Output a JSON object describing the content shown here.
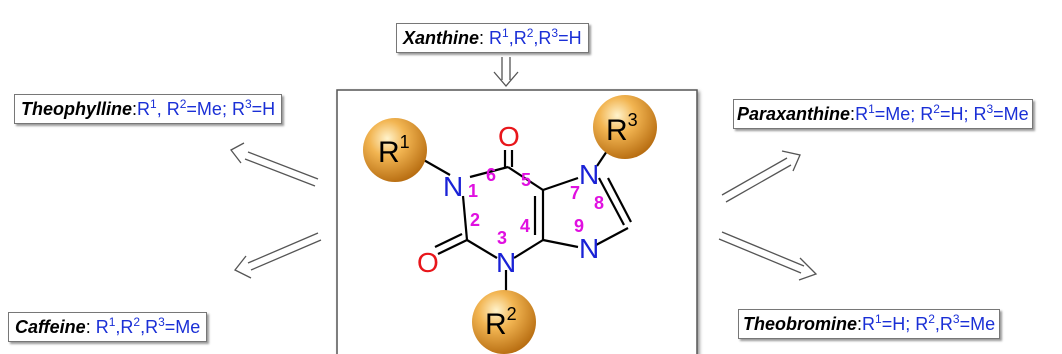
{
  "compounds": [
    {
      "id": "xanthine",
      "name": "Xanthine",
      "sep": ": ",
      "parts": [
        [
          "R",
          "1"
        ],
        [
          ",R",
          "2"
        ],
        [
          ",R",
          "3"
        ],
        [
          "=H",
          ""
        ]
      ]
    },
    {
      "id": "theophylline",
      "name": "Theophylline",
      "sep": ":",
      "parts": [
        [
          "R",
          "1"
        ],
        [
          ", R",
          "2"
        ],
        [
          "=Me; R",
          "3"
        ],
        [
          "=H",
          ""
        ]
      ]
    },
    {
      "id": "paraxanthine",
      "name": "Paraxanthine",
      "sep": ":",
      "parts": [
        [
          "R",
          "1"
        ],
        [
          "=Me; R",
          "2"
        ],
        [
          "=H; R",
          "3"
        ],
        [
          "=Me",
          ""
        ]
      ]
    },
    {
      "id": "caffeine",
      "name": "Caffeine",
      "sep": ": ",
      "parts": [
        [
          "R",
          "1"
        ],
        [
          ",R",
          "2"
        ],
        [
          ",R",
          "3"
        ],
        [
          "=Me",
          ""
        ]
      ]
    },
    {
      "id": "theobromine",
      "name": "Theobromine",
      "sep": ":",
      "parts": [
        [
          "R",
          "1"
        ],
        [
          "=H; R",
          "2"
        ],
        [
          ",R",
          "3"
        ],
        [
          "=Me",
          ""
        ]
      ]
    }
  ],
  "structure": {
    "atom_O": "O",
    "atom_N": "N",
    "substituent_R": "R",
    "r_sup_1": "1",
    "r_sup_2": "2",
    "r_sup_3": "3",
    "ring_numbers": [
      "1",
      "2",
      "3",
      "4",
      "5",
      "6",
      "7",
      "8",
      "9"
    ],
    "colors": {
      "oxygen": "#e8161b",
      "nitrogen": "#1a22d6",
      "numbering": "#e010e0",
      "label_text": "#1a2fd6"
    }
  }
}
